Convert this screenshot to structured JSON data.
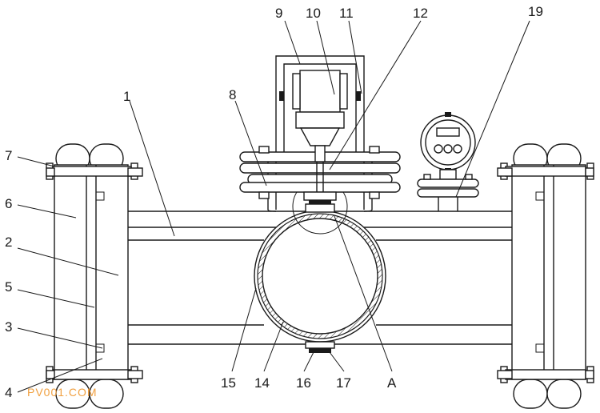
{
  "labels": {
    "n1": "1",
    "n2": "2",
    "n3": "3",
    "n4": "4",
    "n5": "5",
    "n6": "6",
    "n7": "7",
    "n8": "8",
    "n9": "9",
    "n10": "10",
    "n11": "11",
    "n12": "12",
    "n14": "14",
    "n15": "15",
    "n16": "16",
    "n17": "17",
    "n19": "19",
    "nA": "A"
  },
  "watermark": "PV001.COM"
}
